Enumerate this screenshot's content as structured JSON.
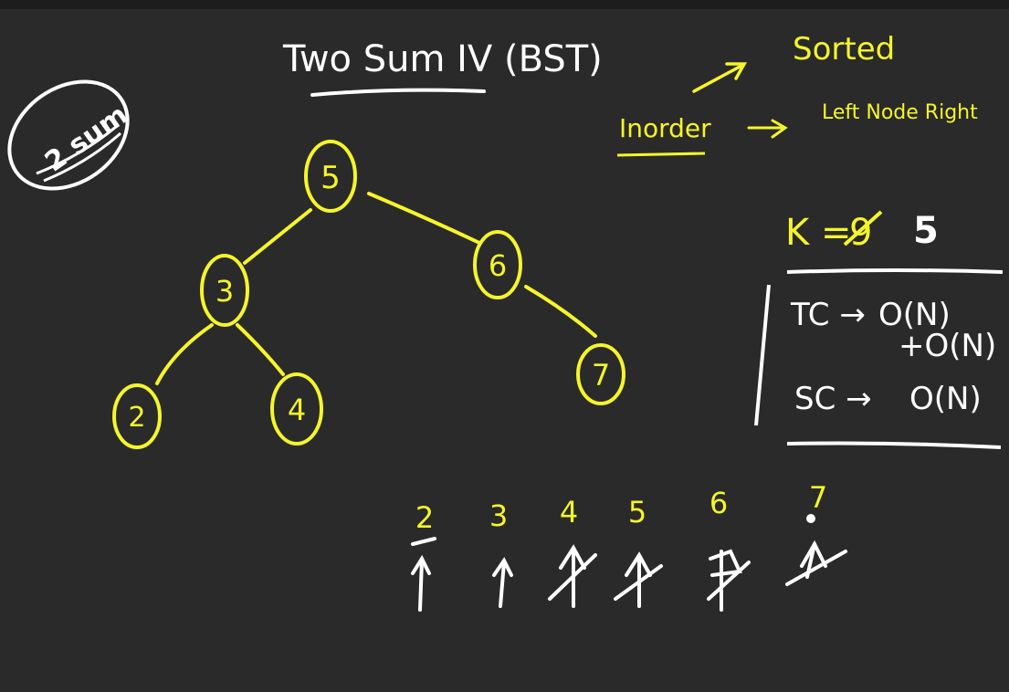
{
  "colors": {
    "background": "#2a2a2a",
    "chalk_white": "#ffffff",
    "highlight_yellow": "#f5f52a"
  },
  "title": "Two Sum IV (BST)",
  "badge": "2 sum",
  "notes": {
    "sorted": "Sorted",
    "inorder": "Inorder",
    "inorder_rule": "Left Node Right",
    "k_label": "K = ",
    "k_old": "9",
    "k_new": "5"
  },
  "complexity": {
    "tc_label": "TC →",
    "tc_value": "O(N)",
    "tc_extra": "+O(N)",
    "sc_label": "SC →",
    "sc_value": "O(N)"
  },
  "tree": {
    "nodes": [
      {
        "id": "n5",
        "value": "5"
      },
      {
        "id": "n3",
        "value": "3"
      },
      {
        "id": "n6",
        "value": "6"
      },
      {
        "id": "n2",
        "value": "2"
      },
      {
        "id": "n4",
        "value": "4"
      },
      {
        "id": "n7",
        "value": "7"
      }
    ],
    "edges": [
      [
        "n5",
        "n3"
      ],
      [
        "n5",
        "n6"
      ],
      [
        "n3",
        "n2"
      ],
      [
        "n3",
        "n4"
      ],
      [
        "n6",
        "n7"
      ]
    ]
  },
  "inorder_array": [
    "2",
    "3",
    "4",
    "5",
    "6",
    "7"
  ]
}
